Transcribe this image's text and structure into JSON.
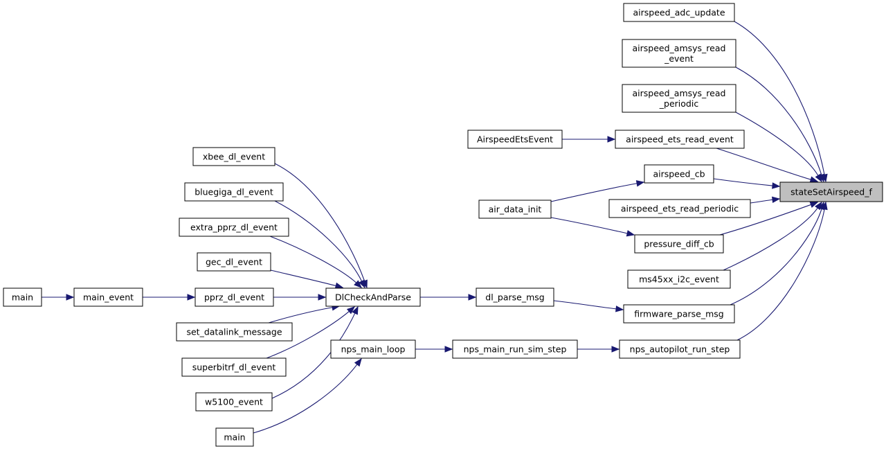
{
  "graph": {
    "edge_color": "#191970",
    "root_fill": "#bfbfbf",
    "nodes": [
      {
        "id": "stateSetAirspeed_f",
        "lines": [
          "stateSetAirspeed_f"
        ],
        "root": true
      },
      {
        "id": "airspeed_adc_update",
        "lines": [
          "airspeed_adc_update"
        ]
      },
      {
        "id": "airspeed_amsys_read_event",
        "lines": [
          "airspeed_amsys_read",
          "_event"
        ]
      },
      {
        "id": "airspeed_amsys_read_periodic",
        "lines": [
          "airspeed_amsys_read",
          "_periodic"
        ]
      },
      {
        "id": "airspeed_ets_read_event",
        "lines": [
          "airspeed_ets_read_event"
        ]
      },
      {
        "id": "airspeed_cb",
        "lines": [
          "airspeed_cb"
        ]
      },
      {
        "id": "airspeed_ets_read_periodic",
        "lines": [
          "airspeed_ets_read_periodic"
        ]
      },
      {
        "id": "pressure_diff_cb",
        "lines": [
          "pressure_diff_cb"
        ]
      },
      {
        "id": "ms45xx_i2c_event",
        "lines": [
          "ms45xx_i2c_event"
        ]
      },
      {
        "id": "firmware_parse_msg",
        "lines": [
          "firmware_parse_msg"
        ]
      },
      {
        "id": "nps_autopilot_run_step",
        "lines": [
          "nps_autopilot_run_step"
        ]
      },
      {
        "id": "AirspeedEtsEvent",
        "lines": [
          "AirspeedEtsEvent"
        ]
      },
      {
        "id": "air_data_init",
        "lines": [
          "air_data_init"
        ]
      },
      {
        "id": "dl_parse_msg",
        "lines": [
          "dl_parse_msg"
        ]
      },
      {
        "id": "nps_main_run_sim_step",
        "lines": [
          "nps_main_run_sim_step"
        ]
      },
      {
        "id": "DlCheckAndParse",
        "lines": [
          "DlCheckAndParse"
        ]
      },
      {
        "id": "nps_main_loop",
        "lines": [
          "nps_main_loop"
        ]
      },
      {
        "id": "xbee_dl_event",
        "lines": [
          "xbee_dl_event"
        ]
      },
      {
        "id": "bluegiga_dl_event",
        "lines": [
          "bluegiga_dl_event"
        ]
      },
      {
        "id": "extra_pprz_dl_event",
        "lines": [
          "extra_pprz_dl_event"
        ]
      },
      {
        "id": "gec_dl_event",
        "lines": [
          "gec_dl_event"
        ]
      },
      {
        "id": "pprz_dl_event",
        "lines": [
          "pprz_dl_event"
        ]
      },
      {
        "id": "set_datalink_message",
        "lines": [
          "set_datalink_message"
        ]
      },
      {
        "id": "superbitrf_dl_event",
        "lines": [
          "superbitrf_dl_event"
        ]
      },
      {
        "id": "w5100_event",
        "lines": [
          "w5100_event"
        ]
      },
      {
        "id": "main_nps",
        "lines": [
          "main"
        ]
      },
      {
        "id": "main_event",
        "lines": [
          "main_event"
        ]
      },
      {
        "id": "main_left",
        "lines": [
          "main"
        ]
      }
    ],
    "edges": [
      {
        "from": "airspeed_adc_update",
        "to": "stateSetAirspeed_f"
      },
      {
        "from": "airspeed_amsys_read_event",
        "to": "stateSetAirspeed_f"
      },
      {
        "from": "airspeed_amsys_read_periodic",
        "to": "stateSetAirspeed_f"
      },
      {
        "from": "airspeed_ets_read_event",
        "to": "stateSetAirspeed_f"
      },
      {
        "from": "airspeed_cb",
        "to": "stateSetAirspeed_f"
      },
      {
        "from": "airspeed_ets_read_periodic",
        "to": "stateSetAirspeed_f"
      },
      {
        "from": "pressure_diff_cb",
        "to": "stateSetAirspeed_f"
      },
      {
        "from": "ms45xx_i2c_event",
        "to": "stateSetAirspeed_f"
      },
      {
        "from": "firmware_parse_msg",
        "to": "stateSetAirspeed_f"
      },
      {
        "from": "nps_autopilot_run_step",
        "to": "stateSetAirspeed_f"
      },
      {
        "from": "AirspeedEtsEvent",
        "to": "airspeed_ets_read_event"
      },
      {
        "from": "air_data_init",
        "to": "airspeed_cb"
      },
      {
        "from": "air_data_init",
        "to": "pressure_diff_cb"
      },
      {
        "from": "dl_parse_msg",
        "to": "firmware_parse_msg"
      },
      {
        "from": "nps_main_run_sim_step",
        "to": "nps_autopilot_run_step"
      },
      {
        "from": "DlCheckAndParse",
        "to": "dl_parse_msg"
      },
      {
        "from": "nps_main_loop",
        "to": "nps_main_run_sim_step"
      },
      {
        "from": "xbee_dl_event",
        "to": "DlCheckAndParse"
      },
      {
        "from": "bluegiga_dl_event",
        "to": "DlCheckAndParse"
      },
      {
        "from": "extra_pprz_dl_event",
        "to": "DlCheckAndParse"
      },
      {
        "from": "gec_dl_event",
        "to": "DlCheckAndParse"
      },
      {
        "from": "pprz_dl_event",
        "to": "DlCheckAndParse"
      },
      {
        "from": "set_datalink_message",
        "to": "DlCheckAndParse"
      },
      {
        "from": "superbitrf_dl_event",
        "to": "DlCheckAndParse"
      },
      {
        "from": "w5100_event",
        "to": "DlCheckAndParse"
      },
      {
        "from": "main_nps",
        "to": "nps_main_loop"
      },
      {
        "from": "main_event",
        "to": "pprz_dl_event"
      },
      {
        "from": "main_left",
        "to": "main_event"
      }
    ]
  }
}
